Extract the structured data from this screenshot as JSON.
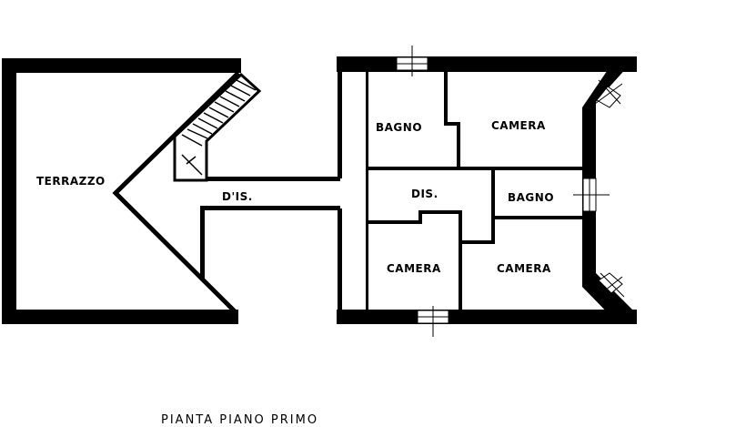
{
  "plan": {
    "title": "PIANTA PIANO PRIMO",
    "rooms": {
      "terrace": "TERRAZZO",
      "corridor_left": "D'IS.",
      "bathroom_top": "BAGNO",
      "bedroom_top": "CAMERA",
      "hall": "DIS.",
      "bathroom_right": "BAGNO",
      "bedroom_bottom_left": "CAMERA",
      "bedroom_bottom_right": "CAMERA"
    },
    "colors": {
      "wall": "#000000",
      "background": "#ffffff"
    }
  }
}
